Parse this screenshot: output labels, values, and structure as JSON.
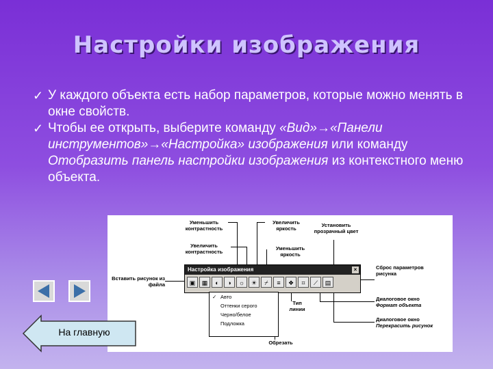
{
  "title": "Настройки изображения",
  "bullets": {
    "b1": "У каждого объекта есть набор параметров, которые можно менять в окне свойств.",
    "b2_pre": "Чтобы ее открыть, выберите команду ",
    "b2_cmd1": "«Вид»→«Панели инструментов»→«Настройка» изображения",
    "b2_mid": " или команду ",
    "b2_cmd2": "Отобразить панель настройки изображения",
    "b2_post": " из контекстного меню объекта."
  },
  "panel": {
    "window_title": "Настройка изображения",
    "close_glyph": "×",
    "tools": [
      "▣",
      "▦",
      "◐",
      "◑",
      "☼",
      "☀",
      "⌿",
      "≡",
      "❖",
      "⌗",
      "⟋",
      "▤"
    ],
    "menu_items": [
      "Авто",
      "Оттенки серого",
      "Черно/белое",
      "Подложка"
    ],
    "labels": {
      "dec_contrast": "Уменьшить контрастность",
      "inc_contrast": "Увеличить контрастность",
      "inc_brightness": "Увеличить яркость",
      "dec_brightness": "Уменьшить яркость",
      "set_transparent": "Установить прозрачный цвет",
      "insert_picture": "Вставить рисунок из файла",
      "reset": "Сброс параметров рисунка",
      "line_type": "Тип линии",
      "crop": "Обрезать",
      "format_dialog": "Диалоговое окно",
      "format_dialog_name": "Формат объекта",
      "recolor_dialog": "Диалоговое окно",
      "recolor_dialog_name": "Перекрасить рисунок"
    }
  },
  "nav": {
    "home_label": "На главную",
    "prev_icon": "triangle-left",
    "next_icon": "triangle-right"
  },
  "colors": {
    "bg_top": "#7a2fd6",
    "bg_bottom": "#c3b3ee",
    "title": "#cfc3ff",
    "nav_arrow": "#3c6fa8",
    "home_fill": "#cfe7f2"
  }
}
